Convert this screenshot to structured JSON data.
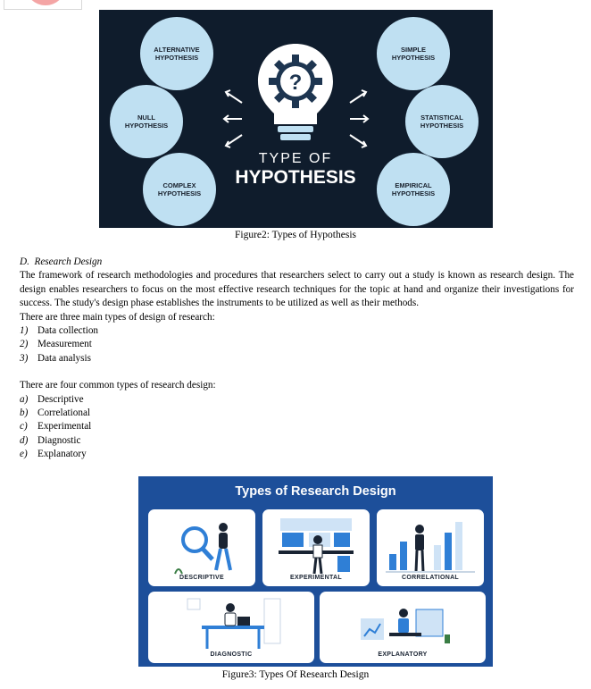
{
  "figure2": {
    "center": {
      "line1": "TYPE OF",
      "line2": "HYPOTHESIS"
    },
    "bubbles": [
      {
        "label": "ALTERNATIVE\nHYPOTHESIS"
      },
      {
        "label": "NULL\nHYPOTHESIS"
      },
      {
        "label": "COMPLEX\nHYPOTHESIS"
      },
      {
        "label": "SIMPLE\nHYPOTHESIS"
      },
      {
        "label": "STATISTICAL\nHYPOTHESIS"
      },
      {
        "label": "EMPIRICAL\nHYPOTHESIS"
      }
    ],
    "caption": "Figure2: Types of Hypothesis",
    "colors": {
      "background": "#0f1c2c",
      "bubble": "#bfe0f2",
      "bulb": "#ffffff",
      "gear": "#1d3550"
    }
  },
  "section": {
    "marker": "D.",
    "title": "Research Design",
    "paragraph": "The framework of research methodologies and procedures that researchers select to carry out a study is known as research design. The design enables researchers to focus on the most effective research techniques for the topic at hand and organize their investigations for success. The study's design phase establishes the instruments to be utilized as well as their methods.",
    "intro1": "There are three main types of design of research:",
    "list1": [
      {
        "marker": "1)",
        "text": "Data collection"
      },
      {
        "marker": "2)",
        "text": "Measurement"
      },
      {
        "marker": "3)",
        "text": "Data analysis"
      }
    ],
    "intro2": "There are four common types of research design:",
    "list2": [
      {
        "marker": "a)",
        "text": "Descriptive"
      },
      {
        "marker": "b)",
        "text": "Correlational"
      },
      {
        "marker": "c)",
        "text": "Experimental"
      },
      {
        "marker": "d)",
        "text": "Diagnostic"
      },
      {
        "marker": "e)",
        "text": "Explanatory"
      }
    ]
  },
  "figure3": {
    "title": "Types of Research Design",
    "cards": [
      {
        "label": "DESCRIPTIVE"
      },
      {
        "label": "EXPERIMENTAL"
      },
      {
        "label": "CORRELATIONAL"
      },
      {
        "label": "DIAGNOSTIC"
      },
      {
        "label": "EXPLANATORY"
      }
    ],
    "caption": "Figure3: Types Of Research Design",
    "colors": {
      "background": "#1d4f9a",
      "card": "#ffffff",
      "accent": "#2f7fd6",
      "figure": "#1a2433"
    }
  }
}
